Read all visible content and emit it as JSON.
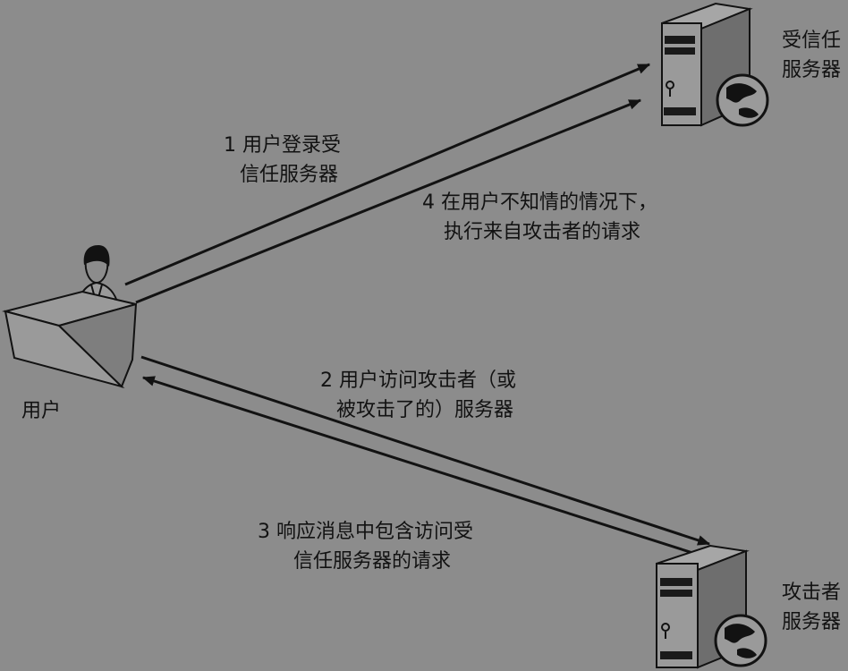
{
  "colors": {
    "background": "#8c8c8c",
    "ink": "#121212",
    "server_face": "#9a9a9a",
    "server_shade": "#6e6e6e"
  },
  "icons": {
    "trusted_server": "server-tower-icon",
    "attacker_server": "server-tower-icon",
    "globe": "globe-icon",
    "user": "person-at-desk-icon"
  },
  "nodes": {
    "trusted_server": {
      "line1": "受信任",
      "line2": "服务器"
    },
    "attacker_server": {
      "line1": "攻击者",
      "line2": "服务器"
    },
    "user": {
      "label": "用户"
    }
  },
  "steps": {
    "step1": {
      "line1": "1  用户登录受",
      "line2": "信任服务器"
    },
    "step2": {
      "line1": "2  用户访问攻击者（或",
      "line2": "被攻击了的）服务器"
    },
    "step3": {
      "line1": "3  响应消息中包含访问受",
      "line2": "信任服务器的请求"
    },
    "step4": {
      "line1": "4  在用户不知情的情况下，",
      "line2": "执行来自攻击者的请求"
    }
  }
}
